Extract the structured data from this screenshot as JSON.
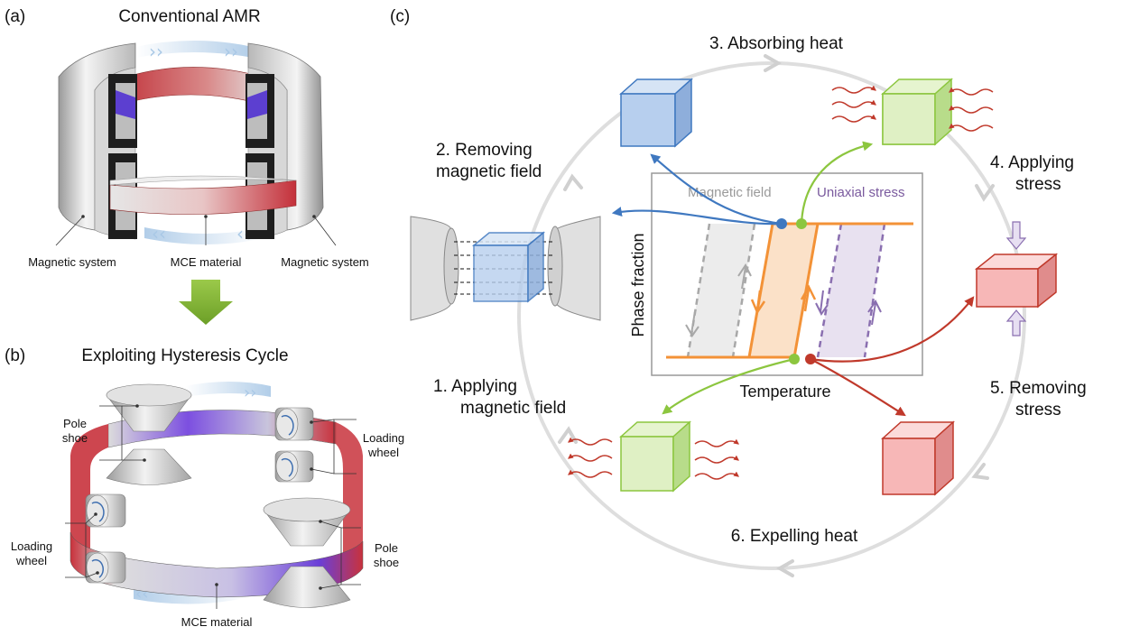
{
  "panel_a": {
    "label": "(a)",
    "title": "Conventional AMR",
    "left_label": "Magnetic system",
    "center_label": "MCE material",
    "right_label": "Magnetic system"
  },
  "panel_b": {
    "label": "(b)",
    "title": "Exploiting Hysteresis Cycle",
    "pole_shoe_tl_1": "Pole",
    "pole_shoe_tl_2": "shoe",
    "loading_wheel_tr_1": "Loading",
    "loading_wheel_tr_2": "wheel",
    "loading_wheel_bl_1": "Loading",
    "loading_wheel_bl_2": "wheel",
    "pole_shoe_br_1": "Pole",
    "pole_shoe_br_2": "shoe",
    "bottom_label": "MCE material"
  },
  "panel_c": {
    "label": "(c)",
    "steps": {
      "s1_line1": "1.  Applying",
      "s1_line2": "magnetic field",
      "s2_line1": "2.  Removing",
      "s2_line2": "magnetic field",
      "s3": "3.  Absorbing heat",
      "s4_line1": "4.  Applying",
      "s4_line2": "stress",
      "s5_line1": "5.  Removing",
      "s5_line2": "stress",
      "s6": "6.  Expelling heat"
    },
    "inset": {
      "ylabel": "Phase fraction",
      "xlabel": "Temperature",
      "legend_magnetic": "Magnetic field",
      "legend_stress": "Uniaxial stress"
    }
  },
  "colors": {
    "orange": "#f39237",
    "gray_loop": "#a8a8a8",
    "purple_loop": "#8a6fb0",
    "blue": "#3f78c0",
    "green": "#8cc63f",
    "red": "#c0392b",
    "arrow_gray": "#d0d0d0"
  }
}
